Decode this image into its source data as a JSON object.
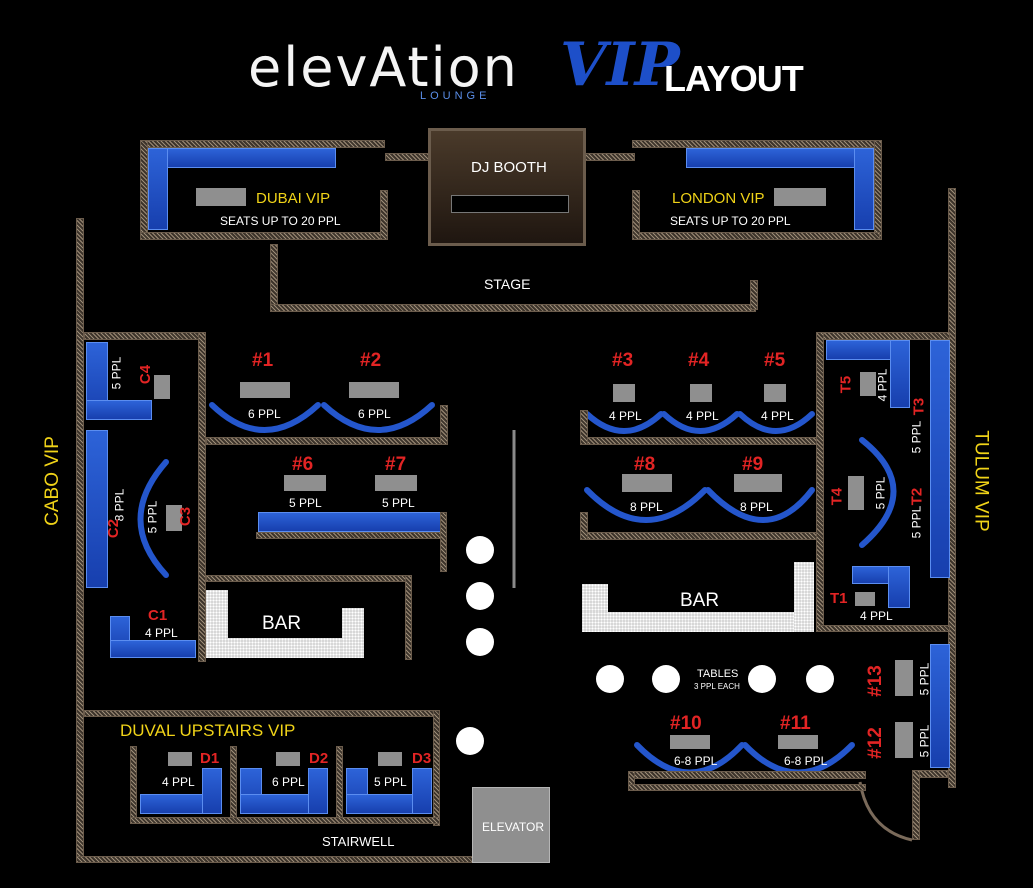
{
  "header": {
    "logo_text": "elevAtion",
    "logo_sub": "LOUNGE",
    "vip_word": "VIP",
    "layout_word": "LAYOUT"
  },
  "colors": {
    "sofa": "#2456cc",
    "number": "#e22424",
    "vip_label": "#f0d318",
    "wall": "#6b5c4c"
  },
  "areas": {
    "dj_booth": "DJ BOOTH",
    "stage": "STAGE",
    "dubai": {
      "name": "DUBAI VIP",
      "seats": "SEATS UP TO 20 PPL"
    },
    "london": {
      "name": "LONDON VIP",
      "seats": "SEATS UP TO 20 PPL"
    },
    "cabo": "CABO VIP",
    "tulum": "TULUM VIP",
    "duval": "DUVAL UPSTAIRS VIP",
    "bar_left": "BAR",
    "bar_right": "BAR",
    "stairwell": "STAIRWELL",
    "elevator": "ELEVATOR",
    "tables": "TABLES",
    "tables_sub": "3 PPL EACH"
  },
  "booths": {
    "b1": {
      "num": "#1",
      "cap": "6 PPL"
    },
    "b2": {
      "num": "#2",
      "cap": "6 PPL"
    },
    "b3": {
      "num": "#3",
      "cap": "4 PPL"
    },
    "b4": {
      "num": "#4",
      "cap": "4 PPL"
    },
    "b5": {
      "num": "#5",
      "cap": "4 PPL"
    },
    "b6": {
      "num": "#6",
      "cap": "5 PPL"
    },
    "b7": {
      "num": "#7",
      "cap": "5 PPL"
    },
    "b8": {
      "num": "#8",
      "cap": "8 PPL"
    },
    "b9": {
      "num": "#9",
      "cap": "8 PPL"
    },
    "b10": {
      "num": "#10",
      "cap": "6-8 PPL"
    },
    "b11": {
      "num": "#11",
      "cap": "6-8 PPL"
    },
    "b12": {
      "num": "#12",
      "cap": "5 PPL"
    },
    "b13": {
      "num": "#13",
      "cap": "5 PPL"
    },
    "c1": {
      "num": "C1",
      "cap": "4 PPL"
    },
    "c2": {
      "num": "C2",
      "cap": "8 PPL"
    },
    "c3": {
      "num": "C3",
      "cap": "5 PPL"
    },
    "c4": {
      "num": "C4",
      "cap": "5 PPL"
    },
    "t1": {
      "num": "T1",
      "cap": "4 PPL"
    },
    "t2": {
      "num": "T2",
      "cap": "5 PPL"
    },
    "t3": {
      "num": "T3",
      "cap": "5 PPL"
    },
    "t4": {
      "num": "T4",
      "cap": "5 PPL"
    },
    "t5": {
      "num": "T5",
      "cap": "4 PPL"
    },
    "d1": {
      "num": "D1",
      "cap": "4 PPL"
    },
    "d2": {
      "num": "D2",
      "cap": "6 PPL"
    },
    "d3": {
      "num": "D3",
      "cap": "5 PPL"
    }
  }
}
